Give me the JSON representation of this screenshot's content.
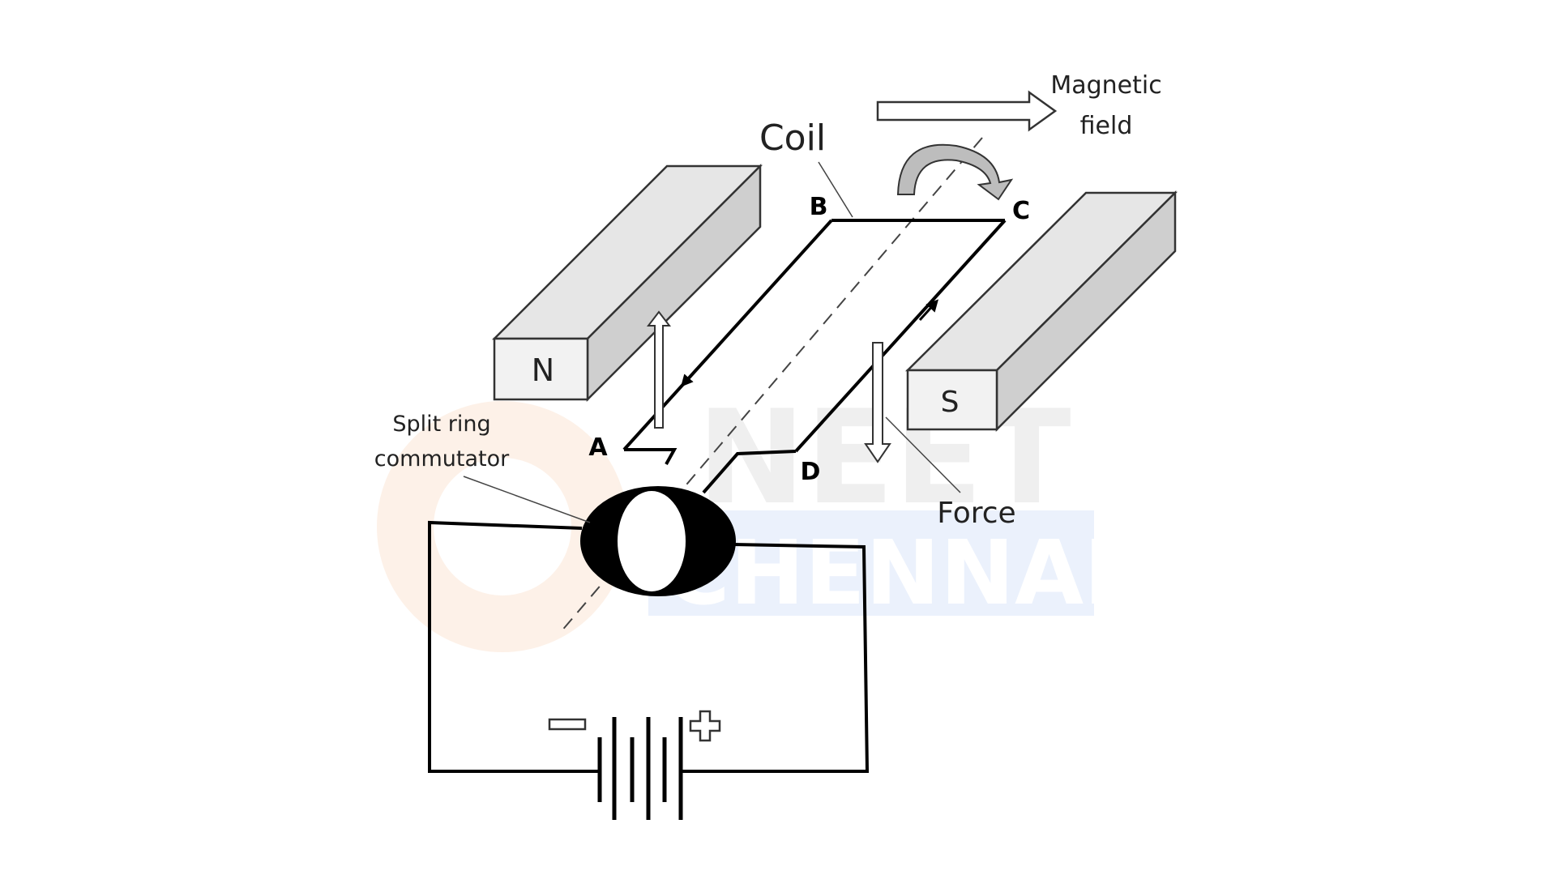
{
  "labels": {
    "coil": "Coil",
    "magnetic_field_line1": "Magnetic",
    "magnetic_field_line2": "field",
    "split_ring_line1": "Split ring",
    "split_ring_line2": "commutator",
    "force": "Force",
    "corner_a": "A",
    "corner_b": "B",
    "corner_c": "C",
    "corner_d": "D",
    "pole_north": "N",
    "pole_south": "S",
    "battery_negative": "−",
    "battery_positive": "+"
  },
  "watermark": {
    "line1": "NEET",
    "line2": "CHENNAI",
    "logo_letter": "C"
  },
  "colors": {
    "magnet_face": "#f2f2f2",
    "magnet_top": "#e6e6e6",
    "magnet_side": "#cfcfcf",
    "wire": "#000000",
    "watermark_blue": "#dbe7fb",
    "watermark_orange": "#fbe6d6"
  }
}
